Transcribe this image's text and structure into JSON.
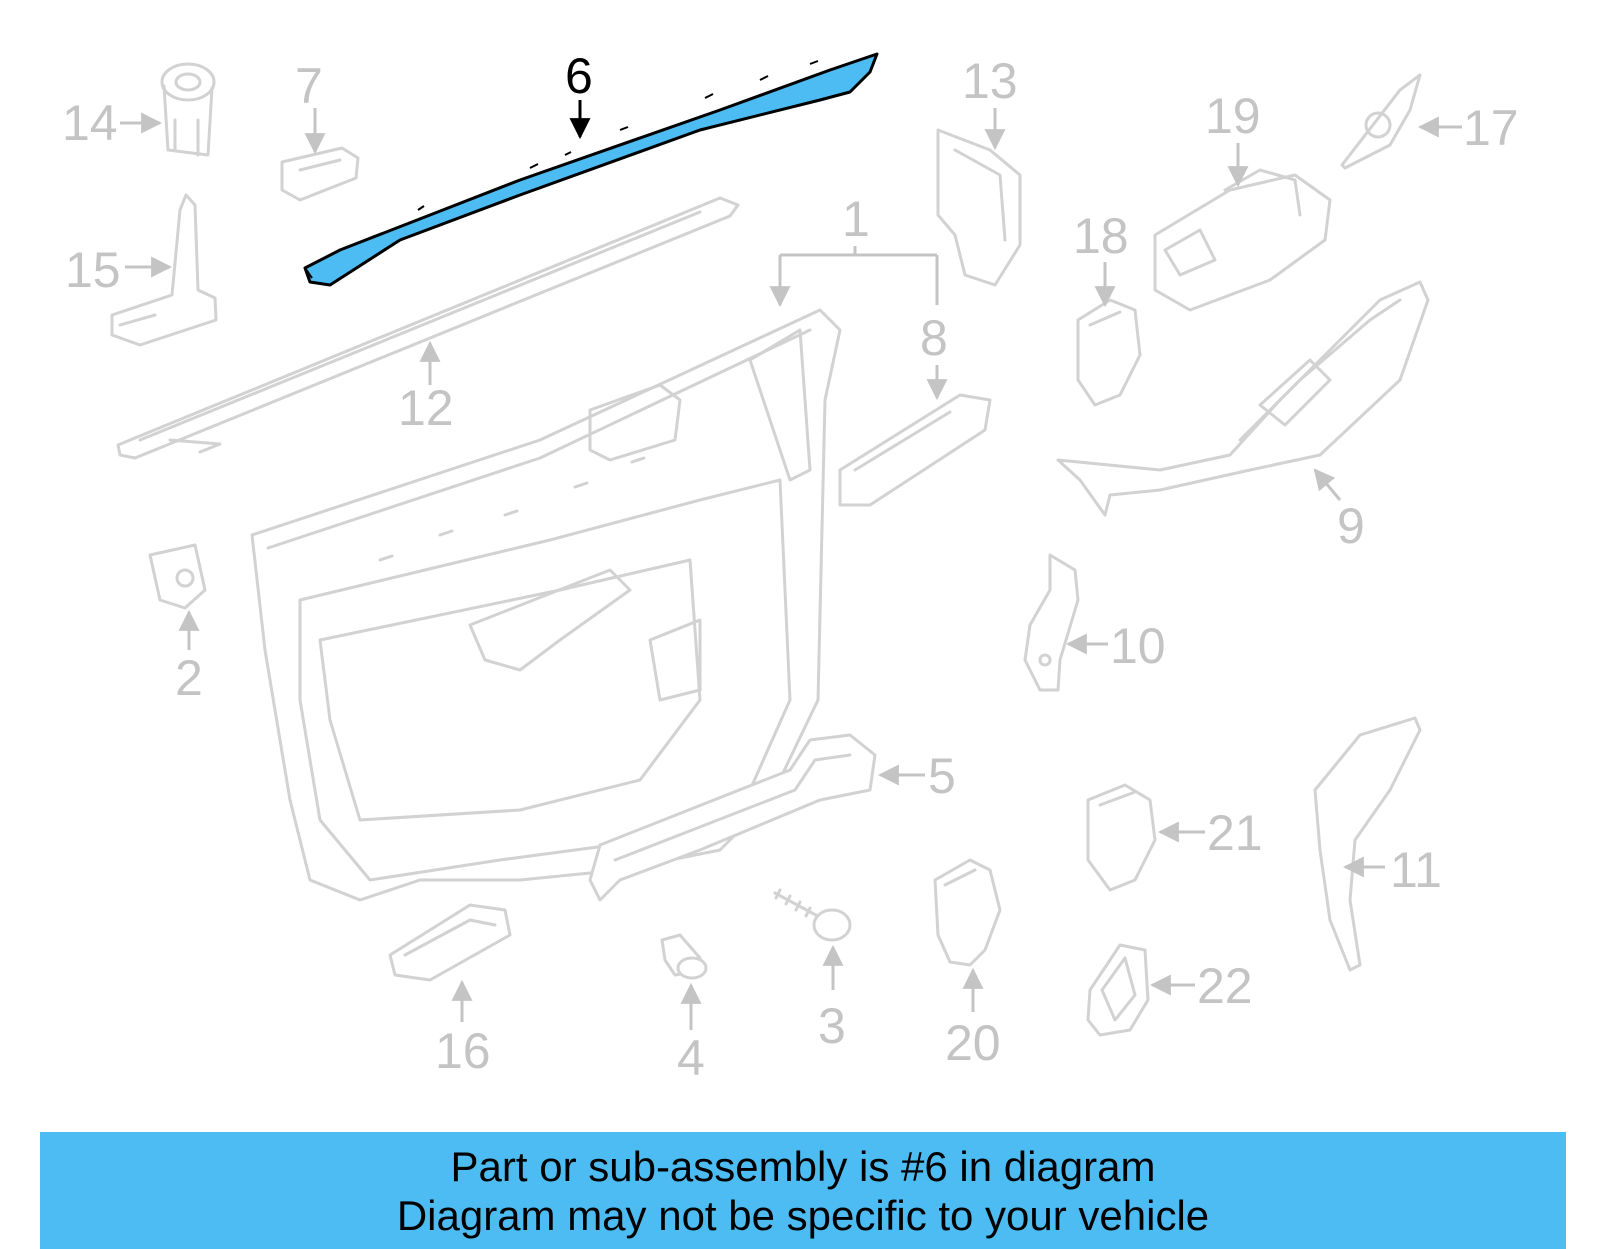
{
  "callouts": [
    "6",
    "7",
    "14",
    "15",
    "12",
    "13",
    "19",
    "17",
    "18",
    "1",
    "8",
    "9",
    "10",
    "2",
    "5",
    "21",
    "11",
    "22",
    "16",
    "4",
    "3",
    "20"
  ],
  "highlight_color": "#4dbcf2",
  "banner": {
    "line1": "Part or sub-assembly is #6 in diagram",
    "line2": "Diagram may not be specific to your vehicle"
  }
}
